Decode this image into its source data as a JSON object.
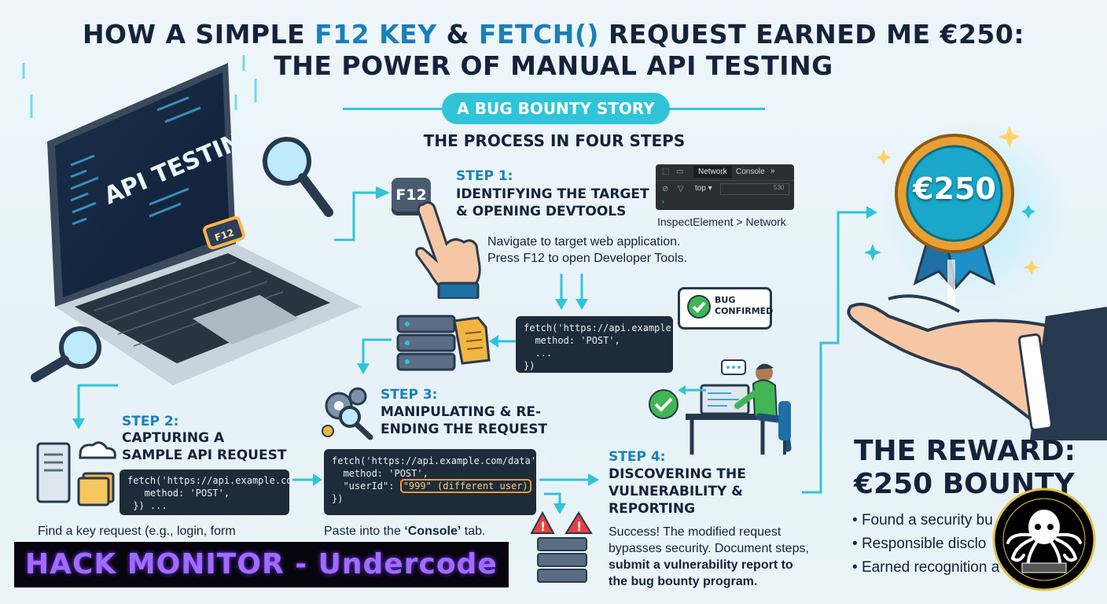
{
  "header": {
    "title_line1_a": "HOW A SIMPLE ",
    "title_line1_f12": "F12 KEY",
    "title_line1_amp": " & ",
    "title_line1_fetch": "FETCH()",
    "title_line1_b": " REQUEST EARNED ME €250:",
    "title_line2": "THE POWER OF MANUAL API TESTING",
    "subtitle": "A BUG BOUNTY STORY",
    "process_heading": "THE PROCESS IN FOUR STEPS"
  },
  "laptop": {
    "screen_text": "API TESTING",
    "key_label": "F12"
  },
  "step1": {
    "number": "STEP 1:",
    "title_line1": "IDENTIFYING THE TARGET",
    "title_line2": "& OPENING DEVTOOLS",
    "key_label": "F12",
    "devtools_tab_network": "Network",
    "devtools_tab_console": "Console",
    "devtools_more": "»",
    "devtools_context": "top ▾",
    "devtools_count": "530",
    "caption": "InspectElement > Network",
    "text_line1": "Navigate to target web application.",
    "text_line2": "Press F12 to open Developer Tools."
  },
  "step2": {
    "number": "STEP 2:",
    "title_line1": "CAPTURING A",
    "title_line2": "SAMPLE API REQUEST",
    "code_line1": "fetch('https://api.example.com/data",
    "code_line2": "   method: 'POST',",
    "code_line3": " }) ...",
    "text_line1": "Find a key request (e.g., login, form"
  },
  "middle_code": {
    "line1": "fetch('https://api.example.com',",
    "line2": "  method: 'POST',",
    "line3": "  ...",
    "line4": "})"
  },
  "step3": {
    "number": "STEP 3:",
    "title_line1": "MANIPULATING & RE-",
    "title_line2": "ENDING THE REQUEST",
    "code_line1": "fetch('https://api.example.com/data', {",
    "code_line2": "  method: 'POST',",
    "code_line3_key": "  \"userId\": ",
    "code_line3_val": "\"999\" (different user)",
    "code_line4": "})",
    "text_line1_a": "Paste into the ",
    "text_line1_b": "‘Console’",
    "text_line1_c": " tab."
  },
  "bug_bubble": {
    "line1": "BUG",
    "line2": "CONFIRMED"
  },
  "step4": {
    "number": "STEP 4:",
    "title_line1": "DISCOVERING THE",
    "title_line2": "VULNERABILITY &",
    "title_line3": "REPORTING",
    "text_line1": "Success! The modified request",
    "text_line2": "bypasses security. Document steps,",
    "text_line3": "submit a vulnerability report to",
    "text_line4": "the bug bounty program."
  },
  "reward": {
    "medal_label": "€250",
    "title_line1": "THE REWARD:",
    "title_line2": "€250 BOUNTY",
    "items": [
      "Found a security bu",
      "Responsible disclo",
      "Earned recognition a"
    ]
  },
  "watermark": {
    "banner_text": "HACK MONITOR - Undercode"
  },
  "colors": {
    "accent": "#2fc4d8",
    "title_highlight": "#1b7fb8",
    "dark": "#14233b",
    "banner": "#a06bff"
  }
}
